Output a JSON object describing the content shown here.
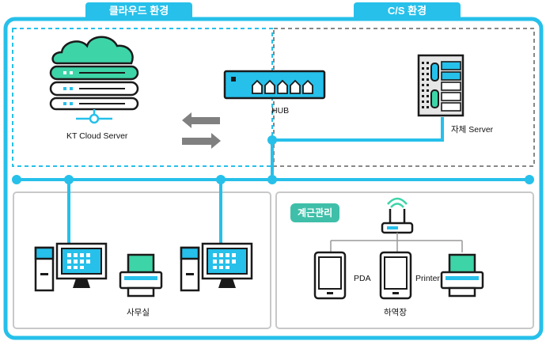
{
  "labels": {
    "cloud_env": "클라우드 환경",
    "cs_env": "C/S 환경",
    "kt_cloud_server": "KT Cloud Server",
    "hub": "HUB",
    "own_server": "자체 Server",
    "office": "사무실",
    "weighing": "계근관리",
    "pda": "PDA",
    "printer": "Printer",
    "unloading": "하역장"
  },
  "colors": {
    "primary": "#26c0ea",
    "accent_green": "#3fbfa9",
    "server_green": "#3dd4a8",
    "arrow_gray": "#808080",
    "dash_gray": "#888888"
  }
}
